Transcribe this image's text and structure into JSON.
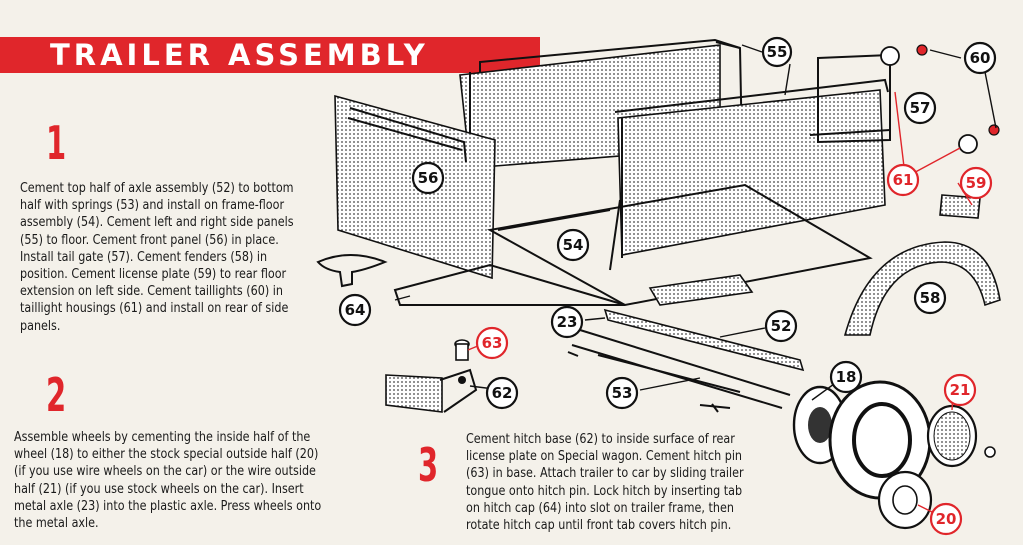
{
  "title": "TRAILER ASSEMBLY",
  "steps": [
    {
      "number": "1",
      "text": "Cement top half of axle assembly (52) to bottom half with springs (53) and install on frame-floor assembly (54). Cement left and right side panels (55) to floor. Cement front panel (56) in place. Install tail gate (57). Cement fenders (58) in position. Cement license plate (59) to rear floor extension on left side. Cement taillights (60) in taillight housings (61) and install on rear of side panels."
    },
    {
      "number": "2",
      "text": "Assemble wheels by cementing the inside half of the wheel (18) to either the stock special outside half (20) (if you use wire wheels on the car) or the wire outside half (21) (if you use stock wheels on the car). Insert metal axle (23) into the plastic axle. Press wheels onto the metal axle."
    },
    {
      "number": "3",
      "text": "Cement hitch base (62) to inside surface of rear license plate on Special wagon. Cement hitch pin (63) in base. Attach trailer to car by sliding trailer tongue onto hitch pin. Lock hitch by inserting tab on hitch cap (64) into slot on trailer frame, then rotate hitch cap until front tab covers hitch pin."
    }
  ],
  "callouts": {
    "c55": "55",
    "c60": "60",
    "c57": "57",
    "c56": "56",
    "c61": "61",
    "c59": "59",
    "c54": "54",
    "c58": "58",
    "c64": "64",
    "c23": "23",
    "c52": "52",
    "c63": "63",
    "c18": "18",
    "c62": "62",
    "c53": "53",
    "c21": "21",
    "c20": "20"
  },
  "colors": {
    "accent_red": "#e0262b",
    "ink": "#111111",
    "paper": "#f4f1ea"
  }
}
